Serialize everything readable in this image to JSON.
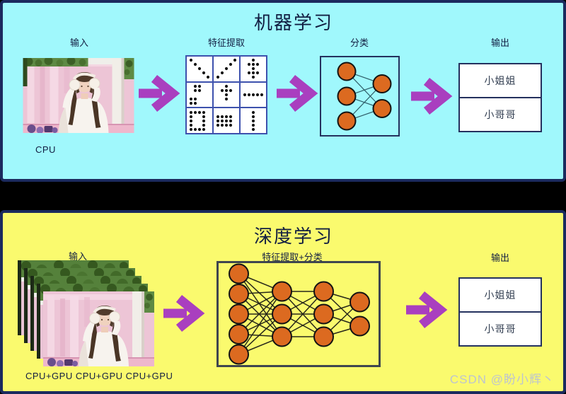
{
  "colors": {
    "top_bg": "#A0F8FC",
    "bottom_bg": "#FAFA6E",
    "panel_border": "#1B2A5E",
    "box_border": "#24315E",
    "deep_border": "#3F464F",
    "grid_border": "#3D51AD",
    "arrow": "#A93FBF",
    "node_fill": "#DC6A20",
    "node_stroke": "#131313",
    "top_line": "#2F5D68",
    "bottom_line": "#26261A",
    "text": "#121E42",
    "box_text": "#333F52",
    "dot": "#161616",
    "watermark": "#BDC4CF"
  },
  "top_panel": {
    "title": "机器学习",
    "input_label": "输入",
    "feature_label": "特征提取",
    "classify_label": "分类",
    "output_label": "输出",
    "hardware_label": "CPU",
    "outputs": [
      "小姐姐",
      "小哥哥"
    ],
    "network": {
      "layer_sizes": [
        3,
        2
      ]
    },
    "feature_grid_patterns": [
      {
        "name": "diagonal-down",
        "dots": [
          [
            0,
            0
          ],
          [
            1,
            1
          ],
          [
            2,
            2
          ],
          [
            3,
            3
          ],
          [
            4,
            4
          ]
        ]
      },
      {
        "name": "diagonal-up",
        "dots": [
          [
            0,
            4
          ],
          [
            1,
            3
          ],
          [
            2,
            2
          ],
          [
            3,
            1
          ],
          [
            4,
            0
          ]
        ]
      },
      {
        "name": "tall-cross",
        "dots": [
          [
            2,
            0
          ],
          [
            1,
            1
          ],
          [
            2,
            1
          ],
          [
            3,
            1
          ],
          [
            2,
            2
          ],
          [
            1,
            3
          ],
          [
            2,
            3
          ],
          [
            3,
            3
          ],
          [
            2,
            4
          ]
        ]
      },
      {
        "name": "two-clusters",
        "dots": [
          [
            1,
            0
          ],
          [
            2,
            0
          ],
          [
            1,
            1
          ],
          [
            2,
            1
          ],
          [
            0,
            3
          ],
          [
            1,
            3
          ],
          [
            0,
            4
          ],
          [
            1,
            4
          ]
        ]
      },
      {
        "name": "plus",
        "dots": [
          [
            2,
            0
          ],
          [
            1,
            1
          ],
          [
            2,
            1
          ],
          [
            3,
            1
          ],
          [
            2,
            2
          ],
          [
            2,
            3
          ]
        ]
      },
      {
        "name": "horizontal-line",
        "dots": [
          [
            0,
            2
          ],
          [
            1,
            2
          ],
          [
            2,
            2
          ],
          [
            3,
            2
          ],
          [
            4,
            2
          ]
        ]
      },
      {
        "name": "rect-outline",
        "dots": [
          [
            0,
            0
          ],
          [
            1,
            0
          ],
          [
            2,
            0
          ],
          [
            3,
            0
          ],
          [
            0,
            1
          ],
          [
            3,
            1
          ],
          [
            0,
            2
          ],
          [
            3,
            2
          ],
          [
            0,
            3
          ],
          [
            3,
            3
          ],
          [
            0,
            4
          ],
          [
            1,
            4
          ],
          [
            2,
            4
          ],
          [
            3,
            4
          ]
        ]
      },
      {
        "name": "filled-grid",
        "dots": [
          [
            0,
            1
          ],
          [
            1,
            1
          ],
          [
            2,
            1
          ],
          [
            3,
            1
          ],
          [
            0,
            2
          ],
          [
            1,
            2
          ],
          [
            2,
            2
          ],
          [
            3,
            2
          ],
          [
            0,
            3
          ],
          [
            1,
            3
          ],
          [
            2,
            3
          ],
          [
            3,
            3
          ]
        ]
      },
      {
        "name": "vertical-line",
        "dots": [
          [
            2,
            0
          ],
          [
            2,
            1
          ],
          [
            2,
            2
          ],
          [
            2,
            3
          ],
          [
            2,
            4
          ]
        ]
      }
    ]
  },
  "bottom_panel": {
    "title": "深度学习",
    "input_label": "输入",
    "feature_label": "特征提取+分类",
    "output_label": "输出",
    "hardware_label": "CPU+GPU CPU+GPU CPU+GPU",
    "outputs": [
      "小姐姐",
      "小哥哥"
    ],
    "network": {
      "layer_sizes": [
        5,
        3,
        3,
        2
      ]
    }
  },
  "watermark": "CSDN @盼小辉丶"
}
